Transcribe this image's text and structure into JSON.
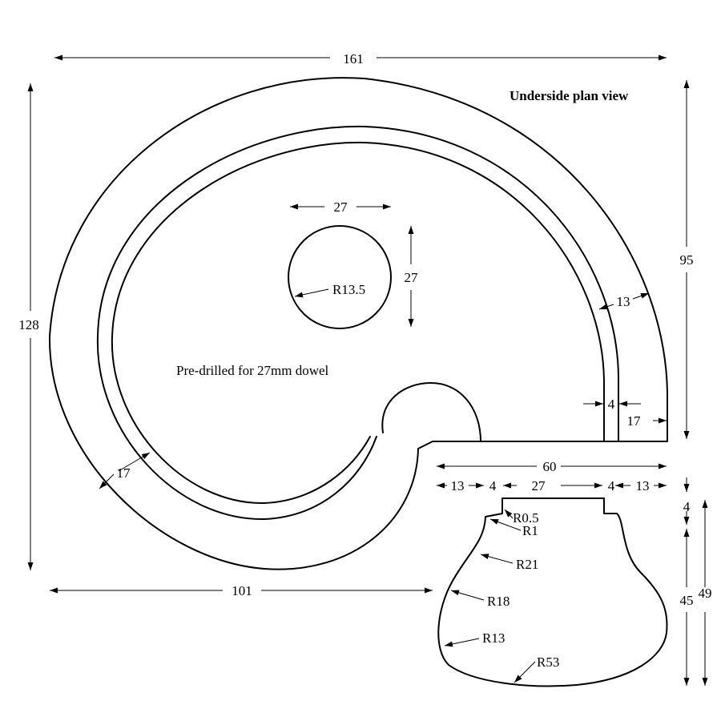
{
  "view_title": "Underside plan view",
  "note": "Pre-drilled for 27mm dowel",
  "dimensions": {
    "overall_width": "161",
    "overall_height": "128",
    "right_height": "95",
    "hole_width": "27",
    "hole_height": "27",
    "hole_radius": "R13.5",
    "rim_width": "13",
    "groove_width": "4",
    "right_gap": "17",
    "left_gap": "17",
    "bottom_width": "101",
    "profile_width": "60",
    "profile_seg_a": "13",
    "profile_seg_b": "4",
    "profile_seg_c": "27",
    "profile_seg_d": "4",
    "profile_seg_e": "13",
    "profile_step_height": "4",
    "profile_body_height": "45",
    "profile_total_height": "49",
    "r_fillet_top": "R0.5",
    "r_fillet_shoulder": "R1",
    "r_neck": "R21",
    "r_waist": "R18",
    "r_lower": "R13",
    "r_base": "R53"
  }
}
